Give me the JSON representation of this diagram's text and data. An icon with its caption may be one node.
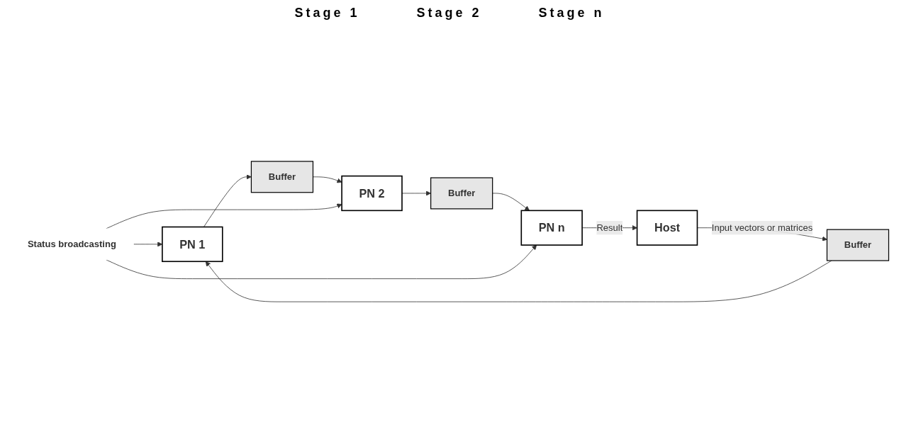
{
  "diagram": {
    "nodes": [
      {
        "text": [
          "Status broadcasting"
        ]
      },
      {
        "text": [
          "Buffer"
        ]
      },
      {
        "text": [
          "PN 1"
        ]
      },
      {
        "text": [
          "Buffer"
        ]
      },
      {
        "text": [
          "PN 2"
        ]
      },
      {
        "text": [
          "Buffer"
        ]
      },
      {
        "text": [
          "PN n"
        ]
      },
      {
        "text": [
          "Host"
        ]
      }
    ],
    "edges": [
      {
        "from": 7,
        "to": 1,
        "arrow": "to",
        "label": "Input vectors or matrices"
      },
      {
        "from": 1,
        "to": 2,
        "arrow": "to"
      },
      {
        "from": 2,
        "to": 3,
        "arrow": "to"
      },
      {
        "from": 3,
        "to": 4,
        "arrow": "to"
      },
      {
        "from": 4,
        "to": 5,
        "arrow": "to"
      },
      {
        "from": 5,
        "to": 6,
        "arrow": "to"
      },
      {
        "from": 6,
        "to": 7,
        "arrow": "to",
        "label": "Result"
      },
      {
        "from": 0,
        "to": 2,
        "arrow": "to"
      },
      {
        "from": 0,
        "to": 4,
        "arrow": "to"
      },
      {
        "from": 0,
        "to": 6,
        "arrow": "to"
      }
    ],
    "labels": [
      "Stage 1",
      "Stage 2",
      "Stage n"
    ]
  }
}
